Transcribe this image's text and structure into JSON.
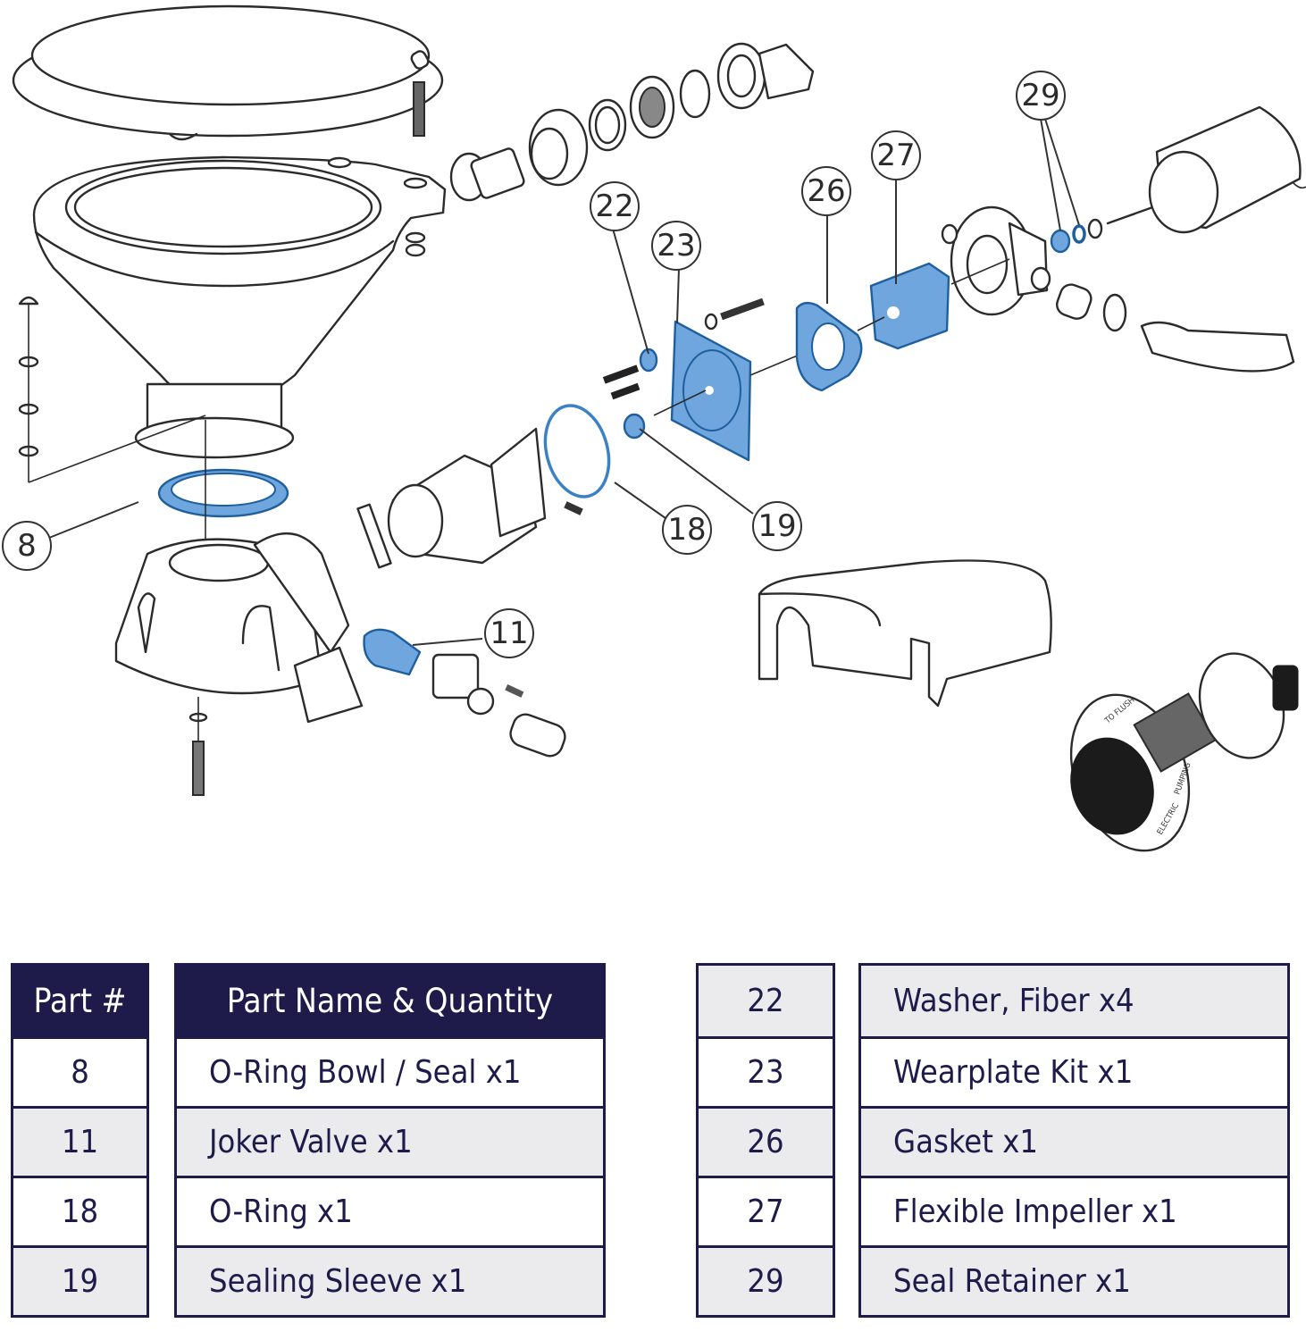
{
  "diagram": {
    "title": "Electric marine toilet conversion kit exploded view",
    "highlight_color": "#6ea6dd",
    "callouts": [
      {
        "id": "8",
        "label": "8"
      },
      {
        "id": "11",
        "label": "11"
      },
      {
        "id": "18",
        "label": "18"
      },
      {
        "id": "19",
        "label": "19"
      },
      {
        "id": "22",
        "label": "22"
      },
      {
        "id": "23",
        "label": "23"
      },
      {
        "id": "26",
        "label": "26"
      },
      {
        "id": "27",
        "label": "27"
      },
      {
        "id": "29",
        "label": "29"
      }
    ],
    "button_plate_text": [
      "TO FLUSH",
      "ELECTRIC",
      "PUMPING"
    ]
  },
  "table": {
    "header_color": "#1e1b4b",
    "headers": {
      "part": "Part #",
      "name": "Part Name & Quantity"
    },
    "left_rows": [
      {
        "part": "8",
        "name": "O-Ring Bowl / Seal  x1"
      },
      {
        "part": "11",
        "name": "Joker Valve  x1"
      },
      {
        "part": "18",
        "name": "O-Ring  x1"
      },
      {
        "part": "19",
        "name": "Sealing Sleeve  x1"
      }
    ],
    "right_rows": [
      {
        "part": "22",
        "name": "Washer, Fiber  x4"
      },
      {
        "part": "23",
        "name": "Wearplate Kit  x1"
      },
      {
        "part": "26",
        "name": "Gasket  x1"
      },
      {
        "part": "27",
        "name": "Flexible Impeller  x1"
      },
      {
        "part": "29",
        "name": "Seal Retainer  x1"
      }
    ]
  }
}
